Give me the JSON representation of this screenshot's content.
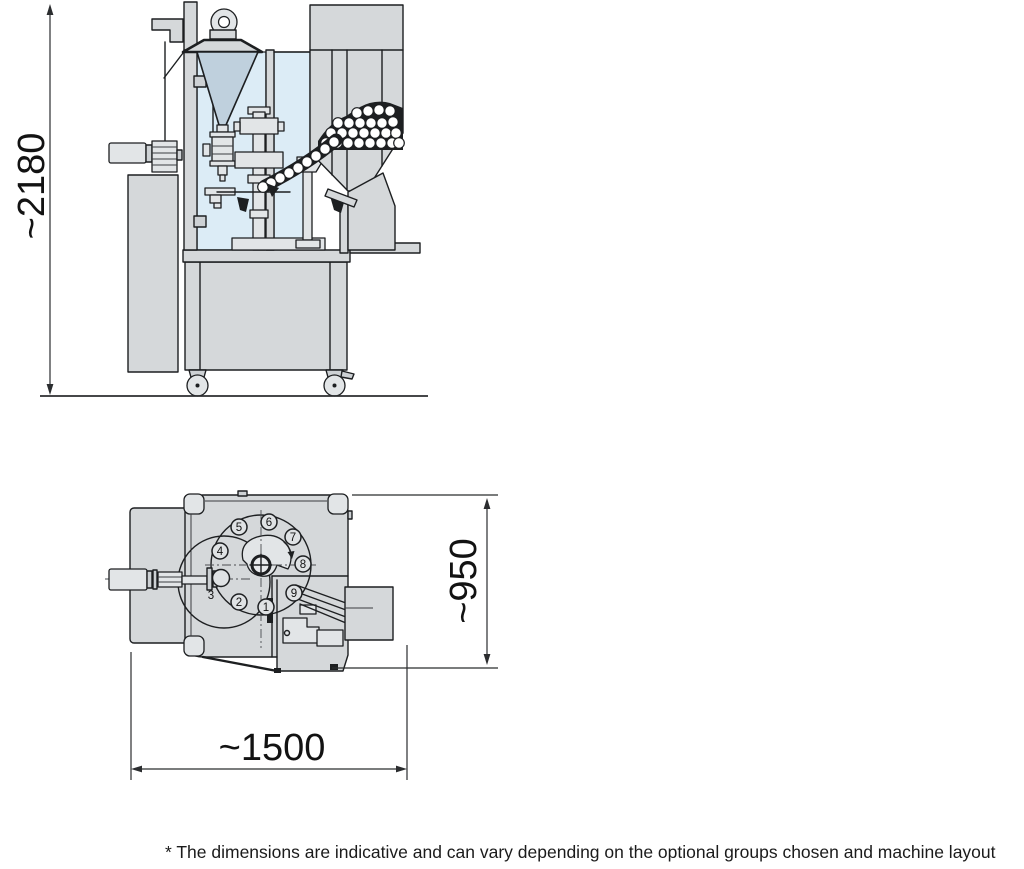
{
  "figure": {
    "kind": "machine-dimension-drawing",
    "views": [
      "side-elevation",
      "plan-top"
    ]
  },
  "dimensions": {
    "height": "~2180",
    "width": "~1500",
    "depth": "~950"
  },
  "plan": {
    "stations": [
      "1",
      "2",
      "3",
      "4",
      "5",
      "6",
      "7",
      "8",
      "9"
    ]
  },
  "footnote": "* The dimensions are indicative and can vary depending on the optional groups chosen and machine layout",
  "colors": {
    "outline": "#1d1f21",
    "panel_gray": "#d5d8da",
    "window_blue": "#dcecf6",
    "hopper_blue_gray": "#bfd0dd",
    "background": "#ffffff"
  }
}
